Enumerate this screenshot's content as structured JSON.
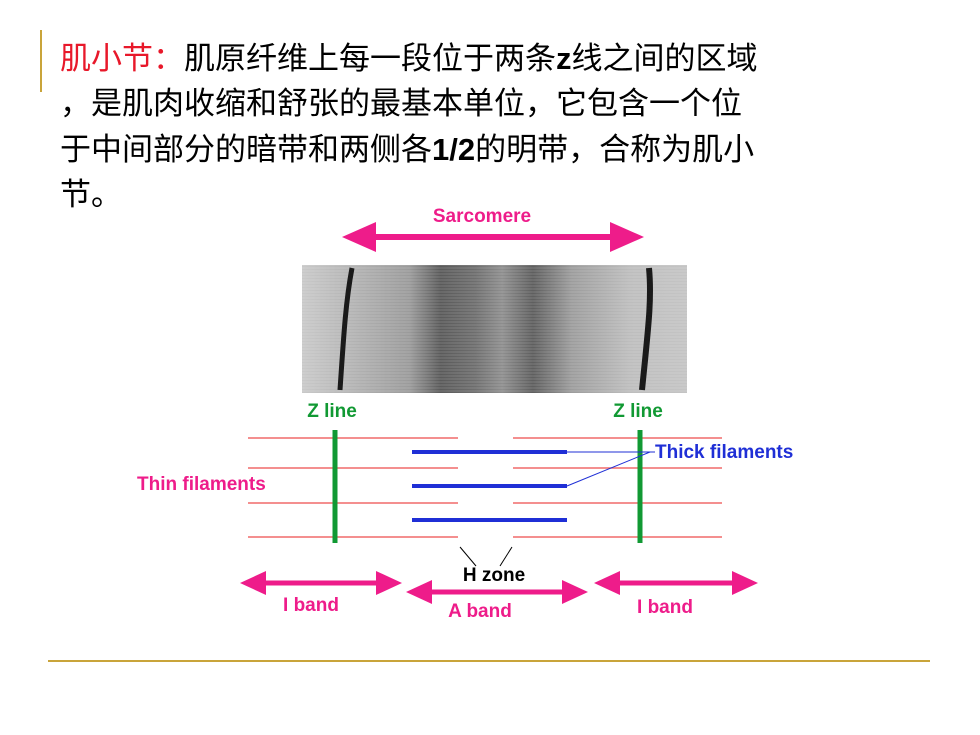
{
  "heading": {
    "term": "肌小节：",
    "line1_rest_a": "肌原纤维上每一段位于两条",
    "z": "z",
    "line1_rest_b": "线之间的区域",
    "line2": "，是肌肉收缩和舒张的最基本单位，它包含一个位",
    "line3_a": "于中间部分的暗带和两侧各",
    "half": "1/2",
    "line3_b": "的明带，合称为肌小",
    "line4": "节。"
  },
  "diagram": {
    "sarcomere_label": "Sarcomere",
    "z_line_left": "Z line",
    "z_line_right": "Z line",
    "thin_filaments": "Thin filaments",
    "thick_filaments": "Thick filaments",
    "h_zone": "H zone",
    "i_band_left": "I band",
    "a_band": "A band",
    "i_band_right": "I band"
  },
  "colors": {
    "pink": "#ee1c8a",
    "green": "#119933",
    "blue": "#1f2fd6",
    "thin_red": "#f06a6a",
    "rule_gold": "#c9a43a",
    "term_red": "#e8182a"
  }
}
